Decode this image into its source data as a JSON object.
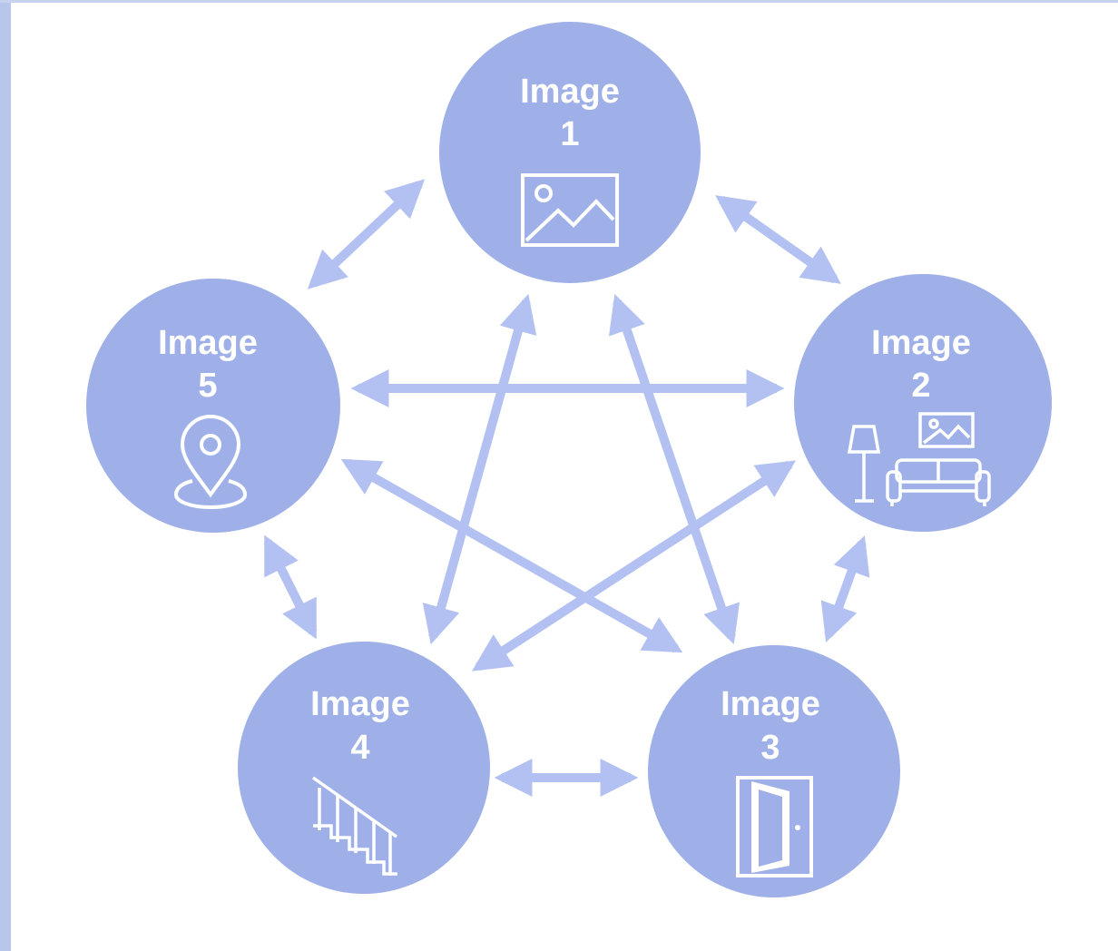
{
  "colors": {
    "node_fill": "#9fb0e9",
    "arrow": "#b3c1f2",
    "icon_stroke": "#ffffff"
  },
  "nodes": [
    {
      "id": "1",
      "line1": "Image",
      "line2": "1",
      "icon": "picture-icon"
    },
    {
      "id": "2",
      "line1": "Image",
      "line2": "2",
      "icon": "living-room-icon"
    },
    {
      "id": "3",
      "line1": "Image",
      "line2": "3",
      "icon": "door-icon"
    },
    {
      "id": "4",
      "line1": "Image",
      "line2": "4",
      "icon": "stairs-icon"
    },
    {
      "id": "5",
      "line1": "Image",
      "line2": "5",
      "icon": "location-pin-icon"
    }
  ]
}
